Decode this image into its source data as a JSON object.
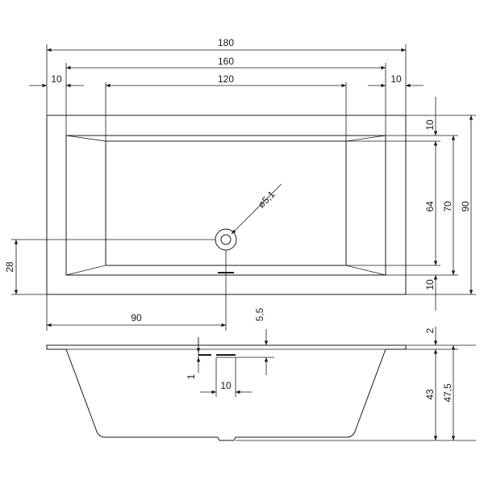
{
  "drawing": {
    "top_view": {
      "overall_length": "180",
      "inner_length": "160",
      "basin_length": "120",
      "rim_left": "10",
      "rim_right": "10",
      "rim_top": "10",
      "rim_bottom": "10",
      "basin_width": "64",
      "inner_width": "70",
      "overall_width": "90",
      "drain_diameter": "ø5,1",
      "drain_offset_y": "28",
      "drain_offset_x": "90"
    },
    "side_view": {
      "drain_depth": "5,5",
      "rim_thickness": "2",
      "drain_step": "1",
      "drain_width": "10",
      "inner_depth": "43",
      "overall_height": "47,5"
    }
  }
}
